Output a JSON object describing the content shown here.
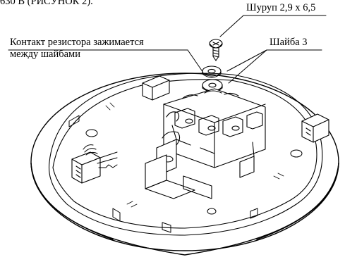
{
  "document": {
    "header_fragment": "630 В (РИСУНОК 2)."
  },
  "callouts": {
    "screw": "Шуруп 2,9 х 6,5",
    "resistor_contact_line1": "Контакт резистора зажимается",
    "resistor_contact_line2": "между шайбами",
    "washer": "Шайба 3"
  },
  "colors": {
    "ink": "#000000",
    "background": "#ffffff"
  }
}
